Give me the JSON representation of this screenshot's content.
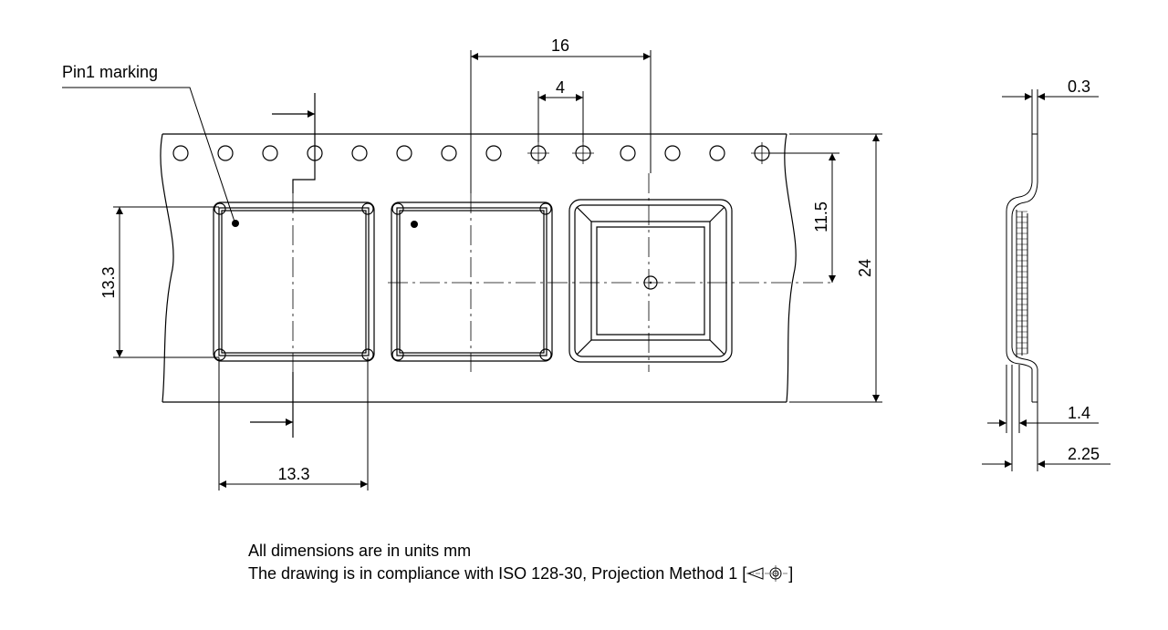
{
  "labels": {
    "pin1_marking": "Pin1 marking",
    "pitch_16": "16",
    "pitch_4": "4",
    "tape_width_24": "24",
    "offset_11_5": "11.5",
    "pocket_height_13_3": "13.3",
    "pocket_width_13_3": "13.3",
    "thickness_0_3": "0.3",
    "depth_1_4": "1.4",
    "depth_2_25": "2.25"
  },
  "notes": {
    "units": "All dimensions are in units mm",
    "compliance_prefix": "The drawing is in compliance with ISO 128-30, Projection Method 1 [",
    "compliance_suffix": "]"
  },
  "colors": {
    "line": "#000000",
    "background": "#ffffff"
  },
  "icons": {
    "projection_symbol": "first-angle-projection-icon"
  }
}
